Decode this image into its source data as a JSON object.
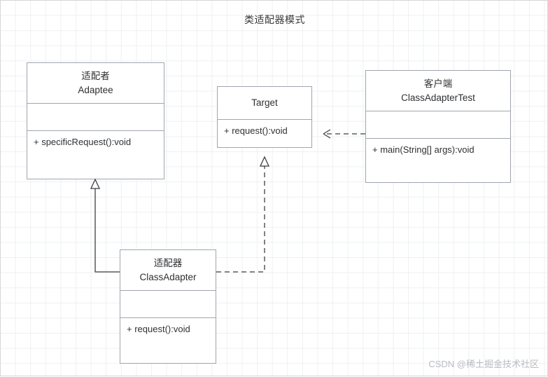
{
  "diagram": {
    "title": "类适配器模式",
    "type": "uml-class-diagram",
    "watermark": "CSDN @稀土掘金技术社区",
    "watermark_prefix": "CSDN",
    "classes": [
      {
        "id": "adaptee",
        "name_cn": "适配者",
        "name_en": "Adaptee",
        "attributes": [],
        "operations": [
          "+ specificRequest():void"
        ]
      },
      {
        "id": "target",
        "name_cn": "",
        "name_en": "Target",
        "attributes": [],
        "operations": [
          "+ request():void"
        ]
      },
      {
        "id": "client",
        "name_cn": "客户端",
        "name_en": "ClassAdapterTest",
        "attributes": [],
        "operations": [
          "+ main(String[] args):void"
        ]
      },
      {
        "id": "classadapter",
        "name_cn": "适配器",
        "name_en": "ClassAdapter",
        "attributes": [],
        "operations": [
          "+ request():void"
        ]
      }
    ],
    "relations": [
      {
        "from": "classadapter",
        "to": "adaptee",
        "kind": "generalization",
        "style": "solid-hollow-triangle"
      },
      {
        "from": "classadapter",
        "to": "target",
        "kind": "realization",
        "style": "dashed-hollow-triangle"
      },
      {
        "from": "client",
        "to": "target",
        "kind": "dependency",
        "style": "dashed-open-arrow"
      }
    ],
    "colors": {
      "box_border": "#a0a5ad",
      "grid_line": "#eef0f2",
      "canvas_border": "#d7d7d7",
      "text": "#2f3033",
      "line": "#3f3f3f"
    }
  }
}
